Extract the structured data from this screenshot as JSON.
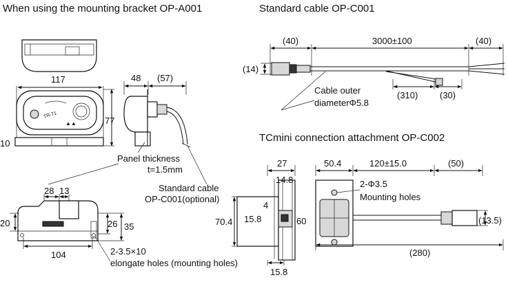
{
  "headings": {
    "bracket": "When using the mounting bracket OP-A001",
    "cable": "Standard cable OP-C001",
    "attachment": "TCmini connection attachment OP-C002"
  },
  "bracket_view": {
    "dim_width": "117",
    "dim_height": "77",
    "dim_left_edge": "10",
    "dim_side_depth": "48",
    "dim_side_cable": "(57)",
    "panel_thickness_label": "Panel thickness",
    "panel_thickness_value": "t=1.5mm",
    "std_cable_label": "Standard cable",
    "std_cable_option": "OP-C001(optional)",
    "dim_top_a": "28",
    "dim_top_b": "13",
    "dim_left_height": "20",
    "dim_right_inner": "26",
    "dim_right_outer": "35",
    "dim_bottom_width": "104",
    "holes_spec": "2-3.5×10",
    "holes_label": "elongate holes (mounting holes)",
    "device_brand": "TR-71"
  },
  "cable_view": {
    "dim_left_connector": "(40)",
    "dim_length": "3000±100",
    "dim_right_end": "(40)",
    "dim_height": "(14)",
    "outer_diameter_label": "Cable outer",
    "outer_diameter_value": "diameterΦ5.8",
    "dim_strip": "(310)",
    "dim_end": "(30)"
  },
  "attachment_view": {
    "dim_depth": "27",
    "dim_inner": "14.8",
    "dim_width": "50.4",
    "dim_cable": "120±15.0",
    "dim_connector": "(50)",
    "holes_spec": "2-Φ3.5",
    "holes_label": "Mounting holes",
    "dim_height": "70.4",
    "dim_small": "4",
    "dim_offset": "15.8",
    "dim_mid_height": "60",
    "dim_plug_height": "(13.5)",
    "dim_total": "(280)",
    "dim_bottom": "15.8"
  },
  "colors": {
    "line": "#111111",
    "fill_gray": "#d8d8d8",
    "fill_dark": "#333333"
  }
}
